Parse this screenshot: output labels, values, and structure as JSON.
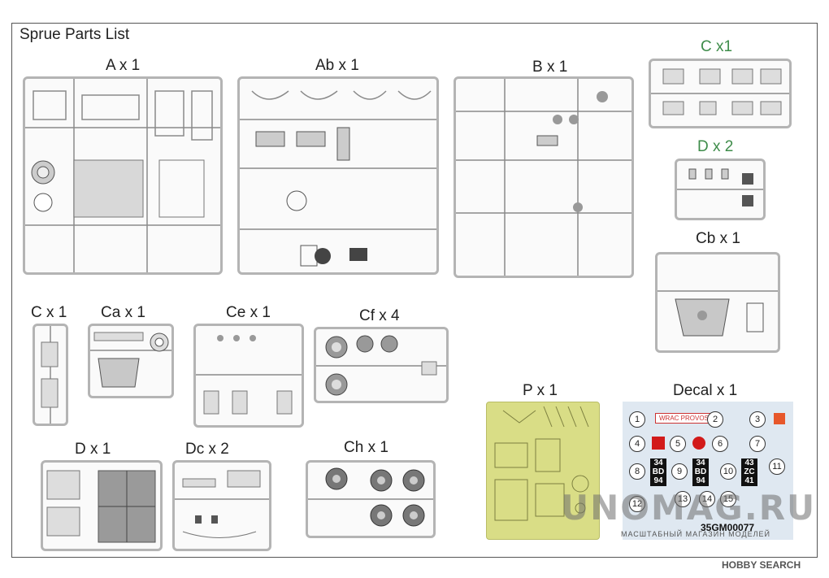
{
  "page": {
    "title": "Sprue Parts List"
  },
  "sprues": {
    "a": {
      "label": "A x 1"
    },
    "ab": {
      "label": "Ab x 1"
    },
    "b": {
      "label": "B x 1"
    },
    "c_top": {
      "label": "C x1"
    },
    "d_top": {
      "label": "D x 2"
    },
    "cb": {
      "label": "Cb x 1"
    },
    "c": {
      "label": "C x 1"
    },
    "ca": {
      "label": "Ca x 1"
    },
    "ce": {
      "label": "Ce x 1"
    },
    "cf": {
      "label": "Cf x 4"
    },
    "d": {
      "label": "D x 1"
    },
    "dc": {
      "label": "Dc x 2"
    },
    "ch": {
      "label": "Ch x 1"
    },
    "p": {
      "label": "P x 1"
    },
    "decal": {
      "label": "Decal x 1"
    }
  },
  "decal_sheet": {
    "numbers": [
      "1",
      "2",
      "3",
      "4",
      "5",
      "6",
      "7",
      "8",
      "9",
      "10",
      "11",
      "12",
      "13",
      "14",
      "15"
    ],
    "banner": "WRAC PROVOST",
    "plate_a": "34\nBD\n94",
    "plate_b": "34\nBD\n94",
    "plate_c": "43\nZC\n41",
    "code": "35GM00077"
  },
  "watermark": {
    "main": "UNOMAG.RU",
    "sub": "МАСШТАБНЫЙ МАГАЗИН МОДЕЛЕЙ"
  },
  "credit": "HOBBY SEARCH",
  "colors": {
    "sprue": "#b4b4b4",
    "photo_etch": "#d9dd86",
    "decal_bg": "#dfe8f1",
    "green_label": "#3e8c4a"
  }
}
